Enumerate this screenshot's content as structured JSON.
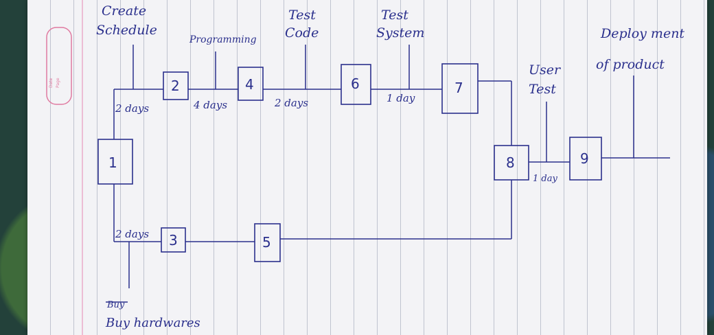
{
  "nodes": [
    {
      "id": "1",
      "label": "1"
    },
    {
      "id": "2",
      "label": "2"
    },
    {
      "id": "3",
      "label": "3"
    },
    {
      "id": "4",
      "label": "4"
    },
    {
      "id": "5",
      "label": "5"
    },
    {
      "id": "6",
      "label": "6"
    },
    {
      "id": "7",
      "label": "7"
    },
    {
      "id": "8",
      "label": "8"
    },
    {
      "id": "9",
      "label": "9"
    }
  ],
  "activities": {
    "create_schedule_line1": "Create",
    "create_schedule_line2": "Schedule",
    "programming": "Programming",
    "test_code_line1": "Test",
    "test_code_line2": "Code",
    "test_system_line1": "Test",
    "test_system_line2": "System",
    "user_test_line1": "User",
    "user_test_line2": "Test",
    "deployment_line1": "Deploy ment",
    "deployment_line2": "of product",
    "buy_hardware": "Buy hardwares",
    "crossed_out": "Buy"
  },
  "durations": {
    "d_1_2": "2 days",
    "d_2_4": "4 days",
    "d_4_6": "2 days",
    "d_6_7": "1 day",
    "d_8_9": "1 day",
    "d_1_3": "2 days"
  },
  "stamp_text": [
    "Date",
    "Page"
  ],
  "colors": {
    "ink": "#2a2f8c",
    "margin_stamp": "#e07aa0",
    "paper": "#f3f3f6"
  }
}
